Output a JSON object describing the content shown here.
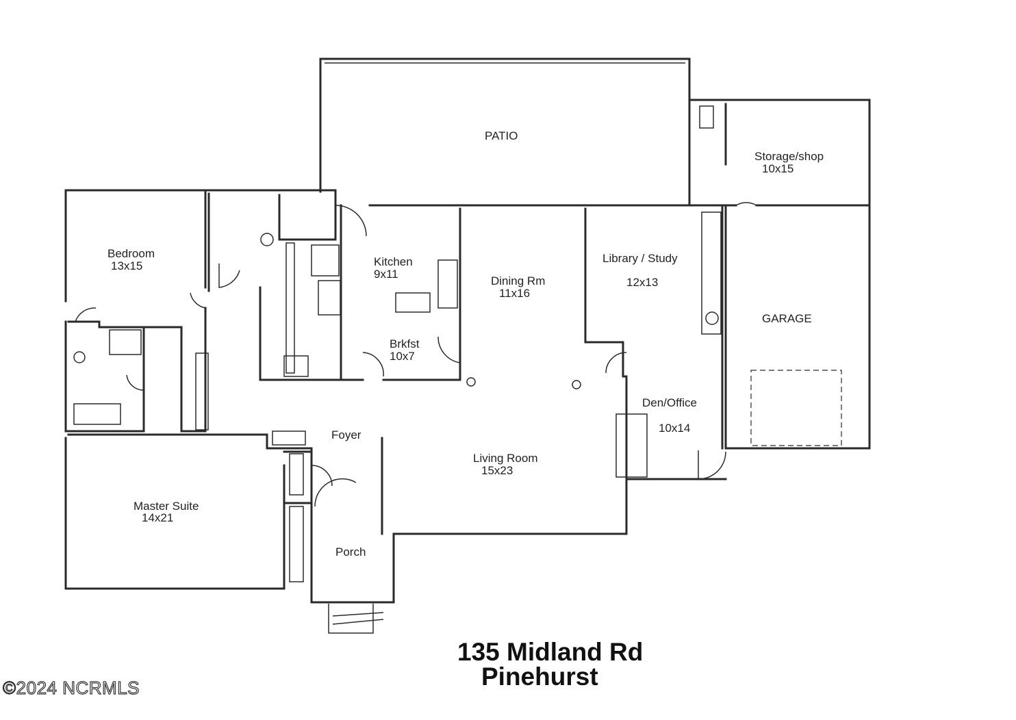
{
  "rooms": {
    "patio": {
      "name": "PATIO"
    },
    "storage": {
      "name": "Storage/shop",
      "size": "10x15"
    },
    "bedroom": {
      "name": "Bedroom",
      "size": "13x15"
    },
    "kitchen": {
      "name": "Kitchen",
      "size": "9x11"
    },
    "dining": {
      "name": "Dining Rm",
      "size": "11x16"
    },
    "library": {
      "name": "Library / Study",
      "size": "12x13"
    },
    "garage": {
      "name": "GARAGE"
    },
    "breakfast": {
      "name": "Brkfst",
      "size": "10x7"
    },
    "den": {
      "name": "Den/Office",
      "size": "10x14"
    },
    "foyer": {
      "name": "Foyer"
    },
    "living": {
      "name": "Living Room",
      "size": "15x23"
    },
    "master": {
      "name": "Master Suite",
      "size": "14x21"
    },
    "porch": {
      "name": "Porch"
    }
  },
  "address": {
    "line1": "135 Midland Rd",
    "line2": "Pinehurst"
  },
  "watermark": "©2024 NCRMLS"
}
